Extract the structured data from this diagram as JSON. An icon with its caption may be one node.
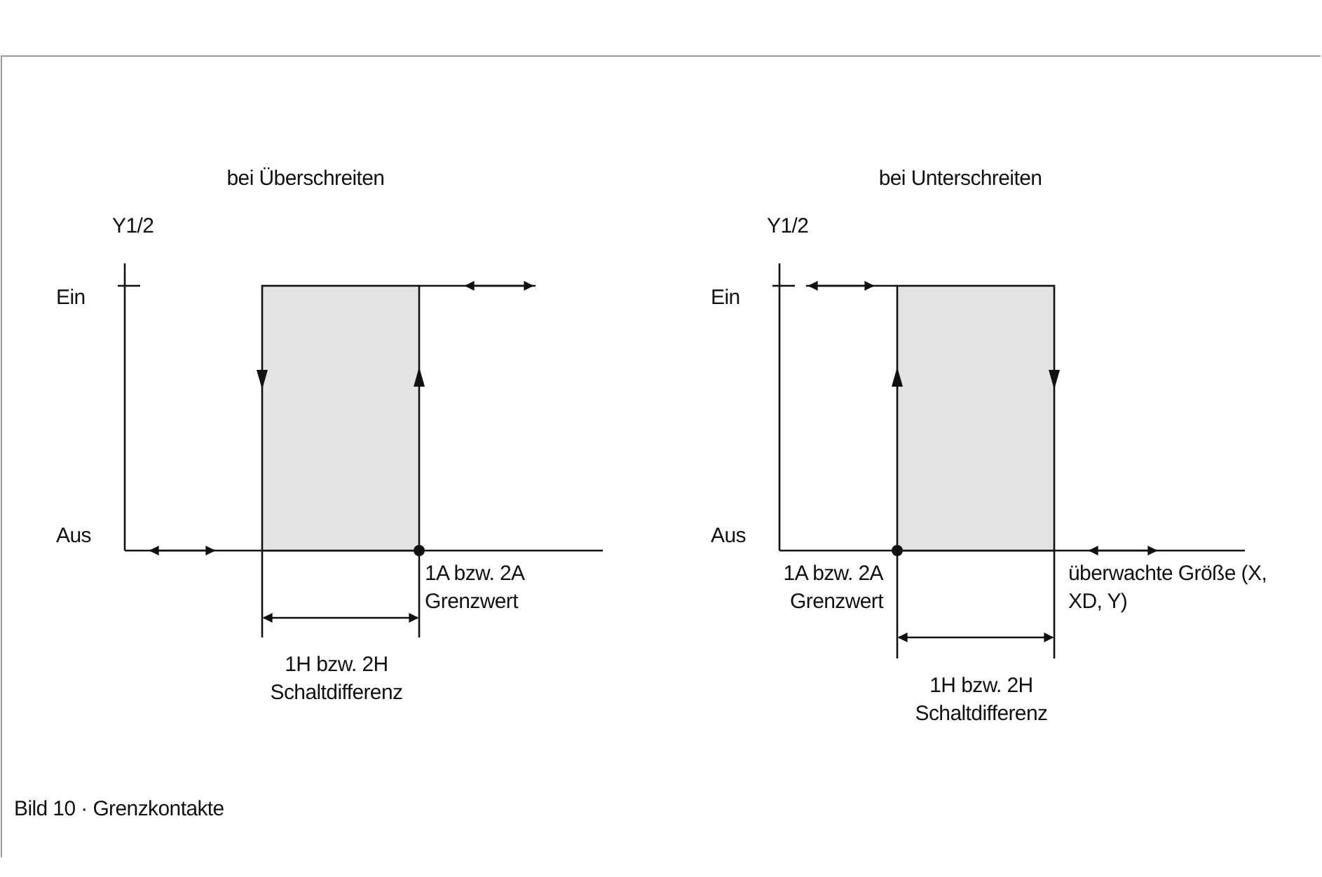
{
  "diagram": {
    "caption": "Bild 10 · Grenzkontakte",
    "labels": [
      "bei Überschreiten",
      "Y1/2",
      "Ein",
      "Aus",
      "1A bzw. 2A Grenzwert",
      "1H bzw. 2H Schaltdifferenz",
      "bei Unterschreiten",
      "Y1/2",
      "Ein",
      "Aus",
      "1A bzw. 2A Grenzwert",
      "überwachte Größe (X, XD, Y)",
      "1H bzw. 2H Schaltdifferenz"
    ]
  }
}
